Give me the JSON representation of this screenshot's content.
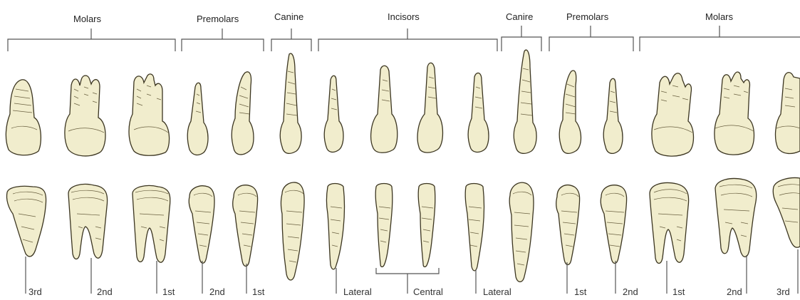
{
  "groups": {
    "molars_right": "Molars",
    "premolars_right": "Premolars",
    "canine_right": "Canine",
    "incisors": "Incisors",
    "canine_left": "Canire",
    "premolars_left": "Premolars",
    "molars_left": "Molars"
  },
  "labels": {
    "molar3_r": "3rd",
    "molar2_r": "2nd",
    "molar1_r": "1st",
    "pm2_r": "2nd",
    "pm1_r": "1st",
    "lateral_r": "Lateral",
    "central": "Central",
    "lateral_l": "Lateral",
    "pm1_l": "1st",
    "pm2_l": "2nd",
    "molar1_l": "1st",
    "molar2_l": "2nd",
    "molar3_l": "3rd"
  },
  "colors": {
    "tooth_fill": "#f1edcd",
    "outline": "#3b3520",
    "line": "#555555"
  }
}
